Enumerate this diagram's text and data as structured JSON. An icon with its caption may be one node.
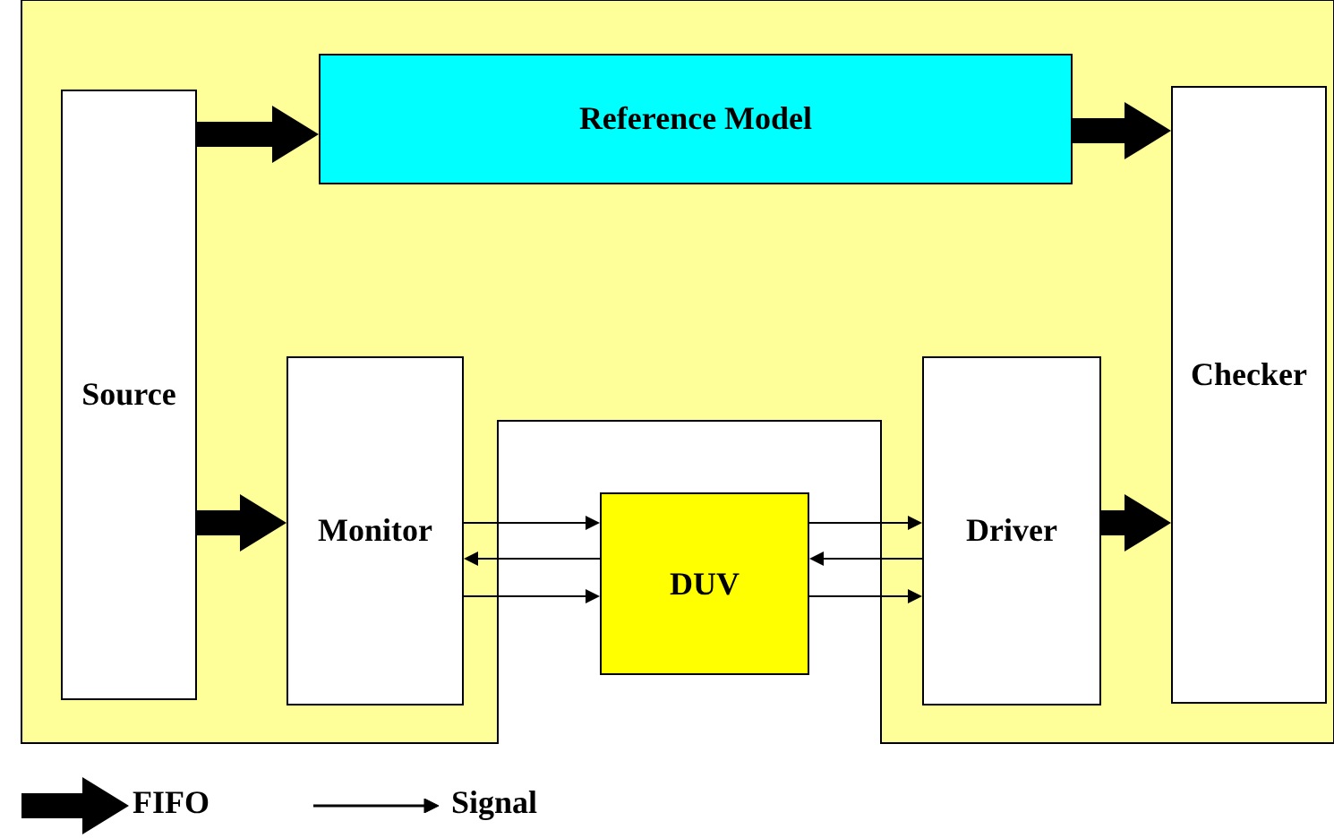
{
  "diagram": {
    "nodes": [
      {
        "text": [
          "Source"
        ]
      },
      {
        "text": [
          "Reference Model"
        ]
      },
      {
        "text": [
          "Checker"
        ]
      },
      {
        "text": [
          "Monitor"
        ]
      },
      {
        "text": [
          "DUV"
        ]
      },
      {
        "text": [
          "Driver"
        ]
      }
    ],
    "edges": [
      {
        "from": 0,
        "to": 1,
        "arrow": "to",
        "style": "thick"
      },
      {
        "from": 1,
        "to": 2,
        "arrow": "to",
        "style": "thick"
      },
      {
        "from": 0,
        "to": 3,
        "arrow": "to",
        "style": "thick"
      },
      {
        "from": 5,
        "to": 2,
        "arrow": "to",
        "style": "thick"
      },
      {
        "from": 3,
        "to": 4,
        "arrow": "to"
      },
      {
        "from": 4,
        "to": 3,
        "arrow": "to"
      },
      {
        "from": 3,
        "to": 4,
        "arrow": "to"
      },
      {
        "from": 4,
        "to": 5,
        "arrow": "to"
      },
      {
        "from": 5,
        "to": 4,
        "arrow": "to"
      },
      {
        "from": 4,
        "to": 5,
        "arrow": "to"
      }
    ],
    "legend": [
      {
        "text": "FIFO"
      },
      {
        "text": "Signal"
      }
    ]
  }
}
